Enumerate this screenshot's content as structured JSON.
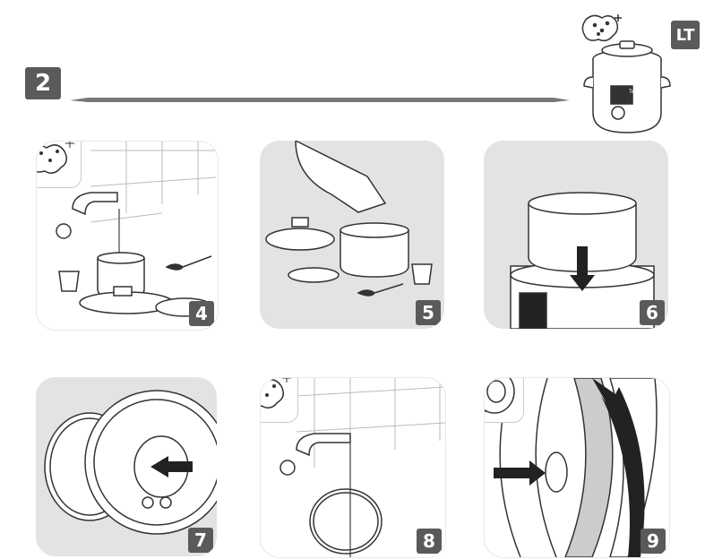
{
  "lang_badge": "LT",
  "section_number": "2",
  "steps": [
    {
      "number": "4",
      "icon": "sponge-icon"
    },
    {
      "number": "5"
    },
    {
      "number": "6"
    },
    {
      "number": "7"
    },
    {
      "number": "8",
      "icon": "sponge-icon"
    },
    {
      "number": "9",
      "icon": "lid-seal-icon"
    }
  ],
  "brand_label": "Tefal",
  "colors": {
    "badge": "#5a5a5a",
    "panel": "#e3e3e3",
    "arrow": "#222222"
  }
}
